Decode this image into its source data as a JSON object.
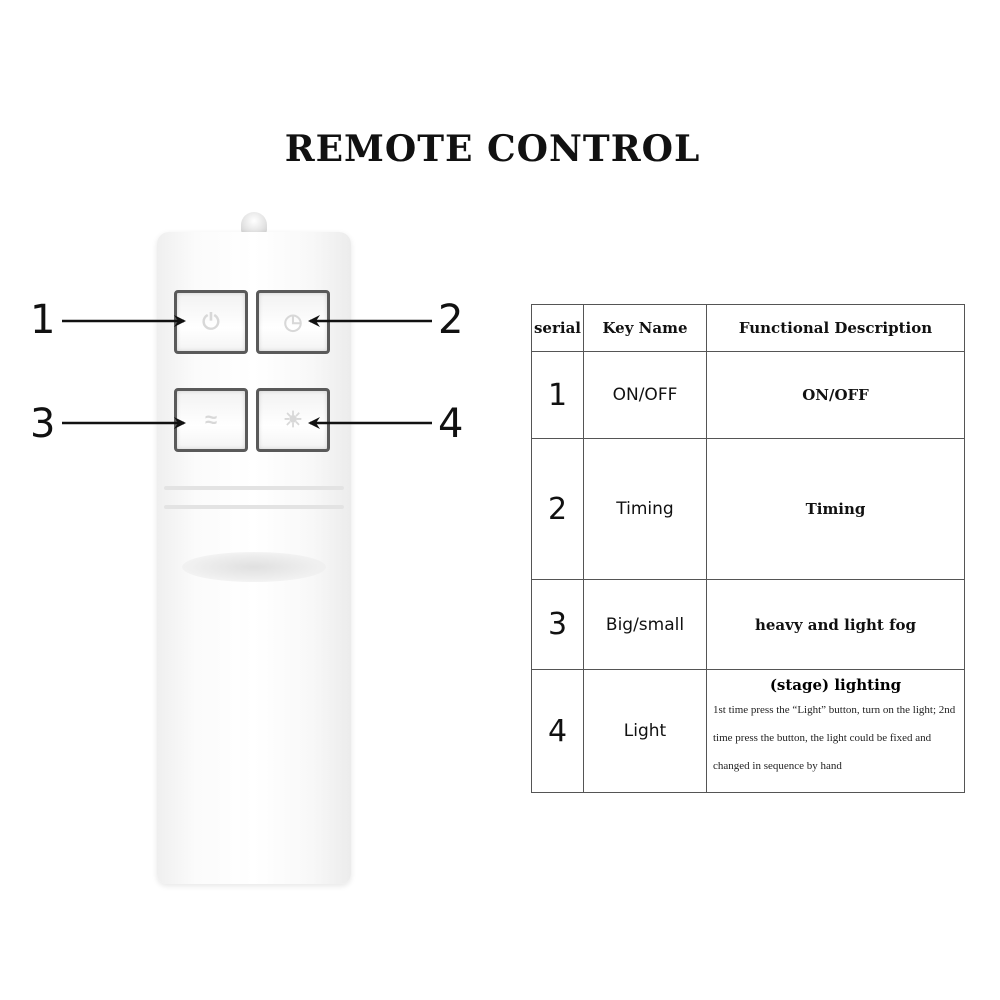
{
  "title": "REMOTE CONTROL",
  "callouts": [
    "1",
    "2",
    "3",
    "4"
  ],
  "table": {
    "headers": [
      "serial",
      "Key Name",
      "Functional Description"
    ],
    "rows": [
      {
        "serial": "1",
        "key": "ON/OFF",
        "desc": "ON/OFF"
      },
      {
        "serial": "2",
        "key": "Timing",
        "desc": "Timing"
      },
      {
        "serial": "3",
        "key": "Big/small",
        "desc": "heavy and light fog"
      },
      {
        "serial": "4",
        "key": "Light",
        "desc": "(stage) lighting",
        "note": "1st time press the “Light” button, turn on the light; 2nd time press the button, the light could be fixed and changed in sequence by hand"
      }
    ]
  },
  "remote_keys": [
    {
      "icon": "power-icon"
    },
    {
      "icon": "timer-icon"
    },
    {
      "icon": "mist-icon"
    },
    {
      "icon": "light-icon"
    }
  ],
  "colors": {
    "text": "#111111",
    "border": "#555555",
    "remote": "#ffffff"
  }
}
